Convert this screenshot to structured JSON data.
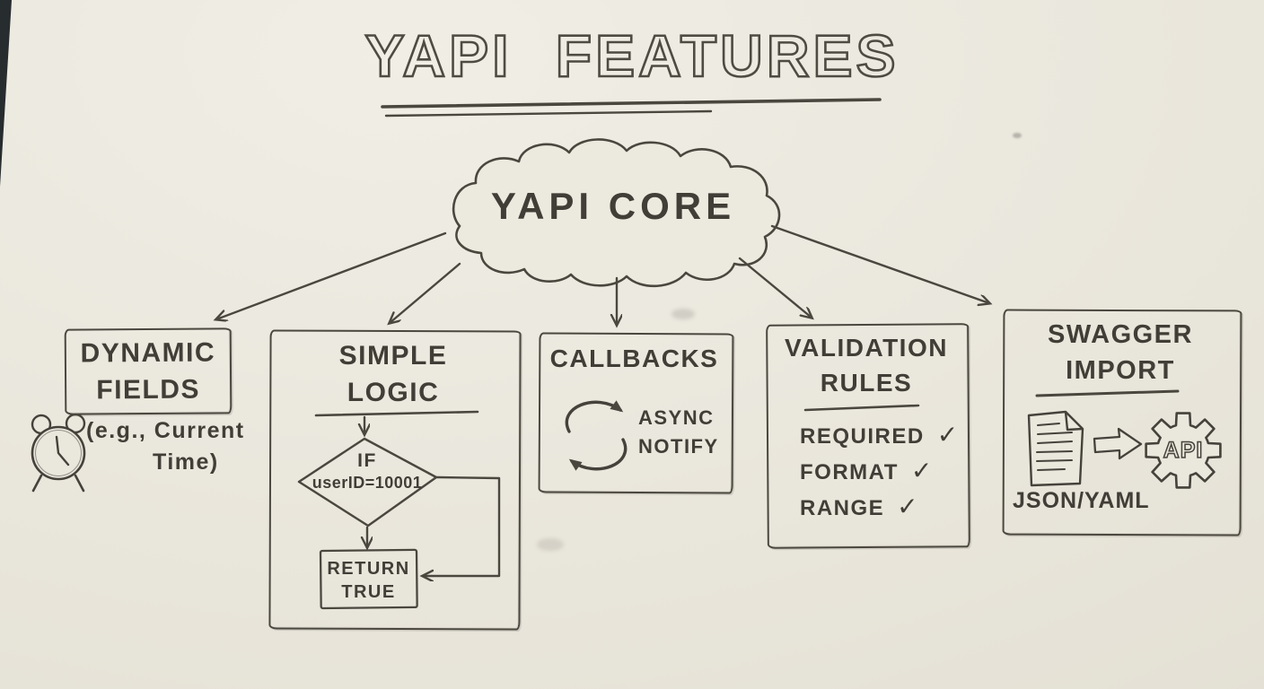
{
  "colors": {
    "paper": "#eae7dd",
    "ink": "#4a473f",
    "dark_edge": "#272c2e"
  },
  "title": {
    "text": "YAPI FEATURES"
  },
  "core": {
    "label": "YAPI CORE"
  },
  "features": {
    "dynamic_fields": {
      "title_line1": "DYNAMIC",
      "title_line2": "FIELDS",
      "icon": "alarm-clock-icon",
      "example_line1": "(e.g., Current",
      "example_line2": "Time)"
    },
    "simple_logic": {
      "title_line1": "SIMPLE",
      "title_line2": "LOGIC",
      "diamond_line1": "IF",
      "diamond_line2": "userID=10001",
      "result_line1": "RETURN",
      "result_line2": "TRUE"
    },
    "callbacks": {
      "title": "CALLBACKS",
      "icon": "refresh-cycle-icon",
      "labels": [
        "ASYNC",
        "NOTIFY"
      ]
    },
    "validation_rules": {
      "title_line1": "VALIDATION",
      "title_line2": "RULES",
      "items": [
        {
          "label": "REQUIRED",
          "check": "✓"
        },
        {
          "label": "FORMAT",
          "check": "✓"
        },
        {
          "label": "RANGE",
          "check": "✓"
        }
      ]
    },
    "swagger_import": {
      "title_line1": "SWAGGER",
      "title_line2": "IMPORT",
      "doc_icon": "document-icon",
      "arrow_icon": "double-arrow-right-icon",
      "gear_icon": "gear-api-icon",
      "gear_label": "API",
      "formats": "JSON/YAML"
    }
  }
}
